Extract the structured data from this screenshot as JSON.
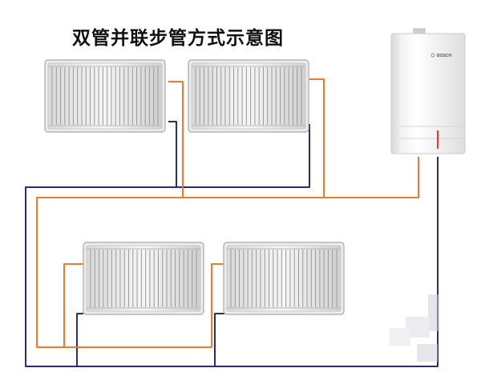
{
  "title": "双管并联步管方式示意图",
  "boiler": {
    "brand": "BOSCH",
    "indicator_color": "#e0402a"
  },
  "pipes": {
    "supply_color": "#f07a2a",
    "return_color": "#2a2a86"
  },
  "radiators": [
    {
      "id": "upper-left"
    },
    {
      "id": "upper-right"
    },
    {
      "id": "lower-left"
    },
    {
      "id": "lower-right"
    }
  ],
  "watermark": {
    "present": true
  }
}
